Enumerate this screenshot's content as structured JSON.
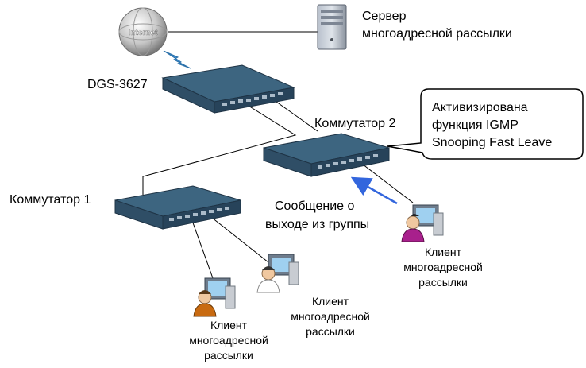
{
  "nodes": {
    "internet": {
      "label": "Internet"
    },
    "server": {
      "label_line1": "Сервер",
      "label_line2": "многоадресной рассылки"
    },
    "core_switch": {
      "label": "DGS-3627"
    },
    "switch1": {
      "label": "Коммутатор 1"
    },
    "switch2": {
      "label": "Коммутатор 2"
    },
    "client_left": {
      "label_line1": "Клиент",
      "label_line2": "многоадресной",
      "label_line3": "рассылки"
    },
    "client_mid": {
      "label_line1": "Клиент",
      "label_line2": "многоадресной",
      "label_line3": "рассылки"
    },
    "client_right": {
      "label_line1": "Клиент",
      "label_line2": "многоадресной",
      "label_line3": "рассылки"
    }
  },
  "callout": {
    "line1": "Активизирована",
    "line2": "функция IGMP",
    "line3": "Snooping Fast Leave"
  },
  "message": {
    "line1": "Сообщение о",
    "line2": "выходе из группы"
  },
  "colors": {
    "switch_body": "#2f4e66",
    "switch_top": "#3d6580",
    "arrow": "#3366dd",
    "lightning": "#3d8fcf"
  }
}
